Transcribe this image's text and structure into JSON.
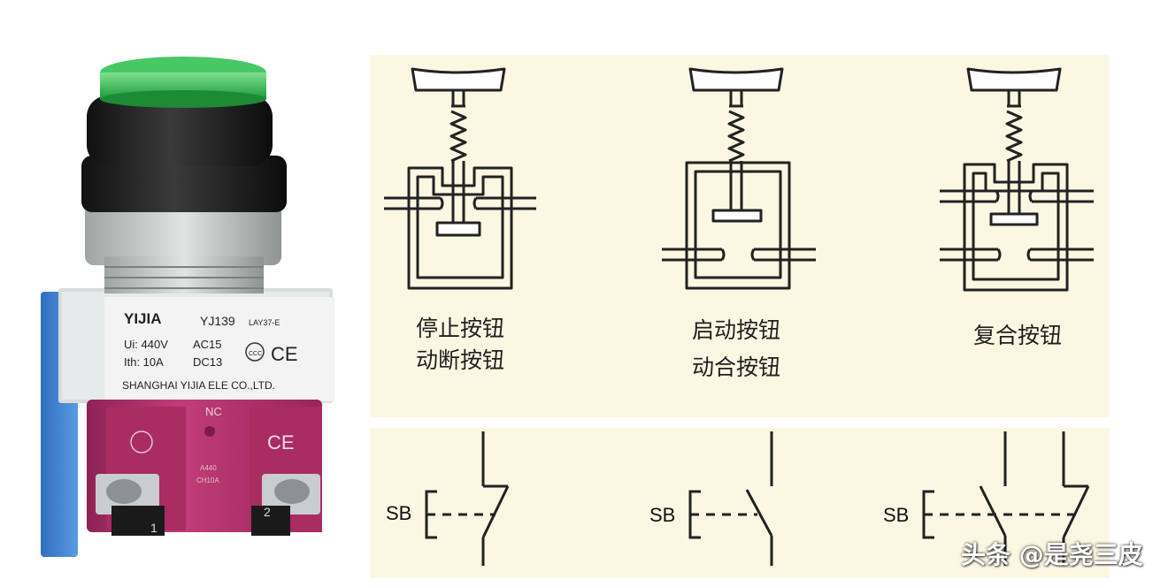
{
  "product_photo": {
    "brand": "YIJIA",
    "model": "YJ139",
    "model_code": "LAY37-E",
    "rating_ui": "Ui: 440V",
    "rating_ac": "AC15",
    "rating_ith": "Ith: 10A",
    "rating_dc": "DC13",
    "ce_mark": "CE",
    "ccc_mark": "CCC",
    "manufacturer": "SHANGHAI YIJIA ELE CO.,LTD.",
    "contact_type": "NC",
    "block_text_1": "A440",
    "block_text_2": "CH10A",
    "terminal_1": "1",
    "terminal_2": "2",
    "button_color": "#3cc55a"
  },
  "diagrams": [
    {
      "id": "stop",
      "caption_line1": "停止按钮",
      "caption_line2": "动断按钮",
      "symbol_label": "SB"
    },
    {
      "id": "start",
      "caption_line1": "启动按钮",
      "caption_line2": "动合按钮",
      "symbol_label": "SB"
    },
    {
      "id": "compound",
      "caption_line1": "复合按钮",
      "caption_line2": "",
      "symbol_label": "SB"
    }
  ],
  "watermark": "头条 @是尧三皮",
  "colors": {
    "panel_bg": "#fbf7e3",
    "line": "#222222",
    "housing": "#b9336f"
  }
}
